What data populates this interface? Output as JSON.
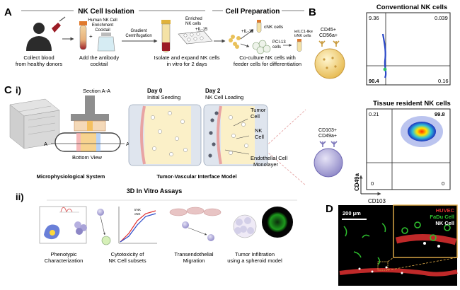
{
  "colors": {
    "accent": "#e6b04a",
    "cell_purple": "#8c86c6",
    "cell_yellow": "#f1d98a",
    "blood_red": "#9b1c26",
    "microscopy_red": "#e03030",
    "microscopy_green": "#2ec02e"
  },
  "panelA": {
    "label": "A",
    "section1": "NK Cell Isolation",
    "section2": "Cell Preparation",
    "step1": [
      "Collect blood",
      "from healthy donors"
    ],
    "step2_tube": [
      "Human NK Cell",
      "Enrichment",
      "Cocktail"
    ],
    "step2": [
      "Add the antibody",
      "cocktail"
    ],
    "step2_arrow": [
      "Gradient",
      "Centrifugation"
    ],
    "step3_plate": [
      "Enriched",
      "NK cells"
    ],
    "step3_il": "+IL-15",
    "step3": [
      "Isolate and expand NK cells",
      "in vitro for 2 days"
    ],
    "step4_cnk": "cNK cells",
    "step4_il": "+IL-15",
    "step4_pci": [
      "PCI-13",
      "cells"
    ],
    "step4_ielc": [
      "ieILC1-like",
      "trNK cells"
    ],
    "step4": [
      "Co-culture NK cells with",
      "feeder cells for differentiation"
    ]
  },
  "panelB": {
    "label": "B",
    "top_title": "Conventional NK cells",
    "top_marker": [
      "CD45+",
      "CD56a+"
    ],
    "top_quadrants": {
      "tl": "9.36",
      "tr": "0.039",
      "bl": "90.4",
      "br": "0.16"
    },
    "bottom_title": "Tissue resident NK cells",
    "bottom_marker": [
      "CD103+",
      "CD49a+"
    ],
    "bottom_quadrants": {
      "tl": "0.21",
      "tr": "99.8",
      "bl": "0",
      "br": "0"
    },
    "ylabel": "CD49a",
    "xlabel": "CD103"
  },
  "panelC": {
    "label": "C",
    "sub_i": "i)",
    "section": "Section A-A",
    "axis_a1": "A",
    "axis_a2": "A",
    "bottom_view": "Bottom View",
    "day0": [
      "Day 0",
      "Initial Seeding"
    ],
    "day2": [
      "Day 2",
      "NK Cell Loading"
    ],
    "tumor": [
      "Tumor",
      "Cell"
    ],
    "nk": [
      "NK",
      "Cell"
    ],
    "endo": [
      "Endothelial Cell",
      "Monolayer"
    ],
    "cap_mps": "Microphysiological System",
    "cap_tvi": "Tumor-Vascular Interface Model",
    "sub_ii": "ii)",
    "assays_title": "3D In Vitro Assays",
    "assay1": [
      "Phenotypic",
      "Characterization"
    ],
    "assay2": [
      "Cytotoxicity of",
      "NK Cell subsets"
    ],
    "assay3": [
      "Transendothelial",
      "Migration"
    ],
    "assay4": [
      "Tumor Infiltration",
      "using a spheroid model"
    ],
    "chart_legend": [
      "trNK",
      "cNK"
    ]
  },
  "panelD": {
    "label": "D",
    "scale": "200 μm",
    "legend": [
      "HUVEC",
      "FaDu Cell",
      "NK Cell"
    ]
  }
}
